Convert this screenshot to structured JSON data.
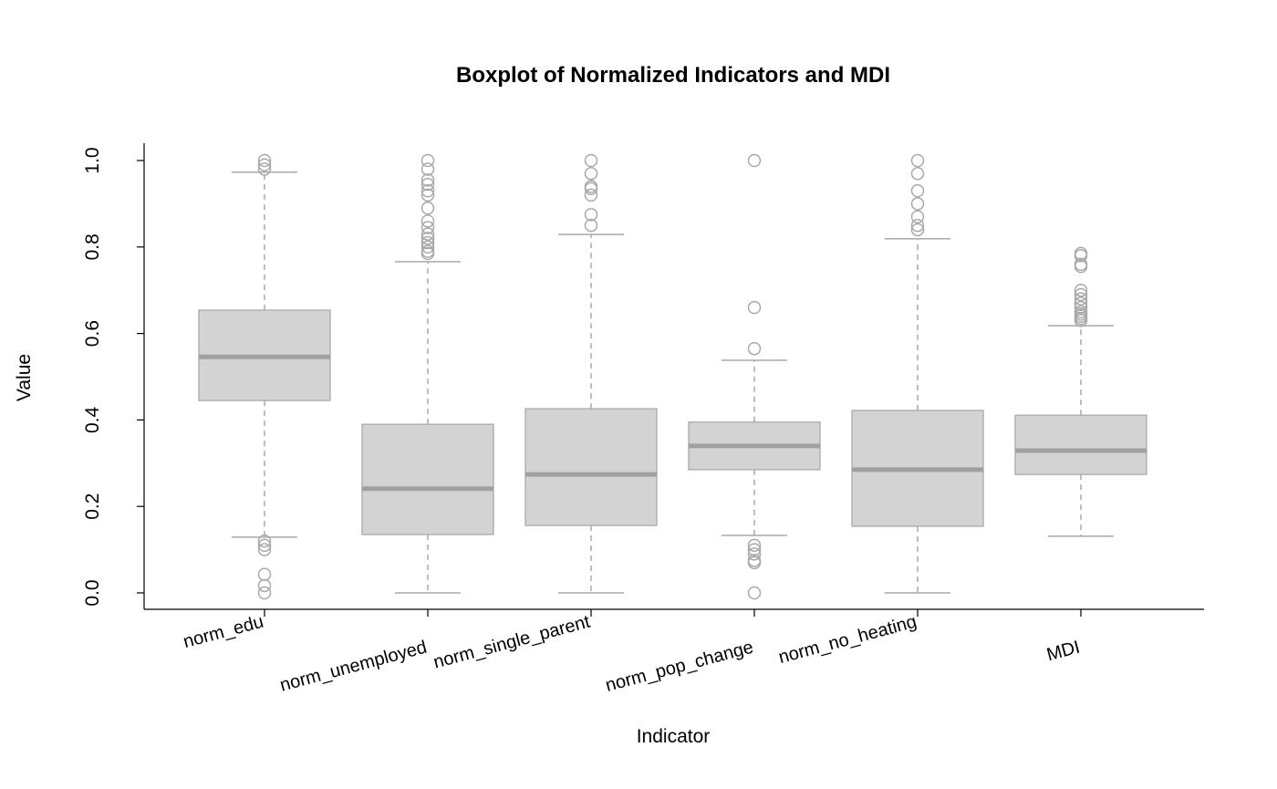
{
  "chart_data": {
    "type": "boxplot",
    "title": "Boxplot of Normalized Indicators and MDI",
    "xlabel": "Indicator",
    "ylabel": "Value",
    "ylim": [
      0,
      1
    ],
    "yticks": [
      "0.0",
      "0.2",
      "0.4",
      "0.6",
      "0.8",
      "1.0"
    ],
    "grid": false,
    "colors": {
      "box_fill": "#d3d3d3",
      "box_stroke": "#a9a9a9",
      "median": "#a0a0a0"
    },
    "categories": [
      "norm_edu",
      "norm_unemployed",
      "norm_single_parent",
      "norm_pop_change",
      "norm_no_heating",
      "MDI"
    ],
    "boxes": [
      {
        "whisker_low": 0.129,
        "q1": 0.445,
        "median": 0.546,
        "q3": 0.654,
        "whisker_high": 0.973,
        "outliers": [
          1.0,
          0.99,
          0.98,
          0.12,
          0.11,
          0.1,
          0.043,
          0.017,
          0.0
        ]
      },
      {
        "whisker_low": 0.0,
        "q1": 0.135,
        "median": 0.241,
        "q3": 0.39,
        "whisker_high": 0.766,
        "outliers": [
          1.0,
          0.98,
          0.955,
          0.945,
          0.93,
          0.92,
          0.89,
          0.86,
          0.845,
          0.83,
          0.82,
          0.81,
          0.8,
          0.79,
          0.785
        ]
      },
      {
        "whisker_low": 0.0,
        "q1": 0.156,
        "median": 0.274,
        "q3": 0.426,
        "whisker_high": 0.829,
        "outliers": [
          1.0,
          0.97,
          0.94,
          0.935,
          0.92,
          0.875,
          0.85
        ]
      },
      {
        "whisker_low": 0.133,
        "q1": 0.285,
        "median": 0.34,
        "q3": 0.395,
        "whisker_high": 0.538,
        "outliers": [
          1.0,
          0.66,
          0.565,
          0.11,
          0.1,
          0.09,
          0.075,
          0.07,
          0.0
        ]
      },
      {
        "whisker_low": 0.0,
        "q1": 0.154,
        "median": 0.285,
        "q3": 0.422,
        "whisker_high": 0.819,
        "outliers": [
          1.0,
          0.97,
          0.93,
          0.9,
          0.87,
          0.85,
          0.84
        ]
      },
      {
        "whisker_low": 0.131,
        "q1": 0.274,
        "median": 0.329,
        "q3": 0.411,
        "whisker_high": 0.618,
        "outliers": [
          0.785,
          0.78,
          0.76,
          0.755,
          0.7,
          0.69,
          0.68,
          0.67,
          0.66,
          0.65,
          0.645,
          0.64,
          0.635,
          0.63
        ]
      }
    ]
  }
}
